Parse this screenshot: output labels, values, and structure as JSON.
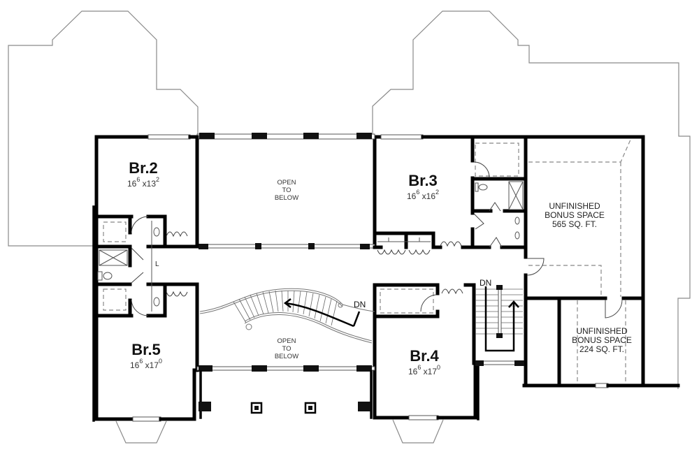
{
  "plan": {
    "rooms": [
      {
        "id": "br2",
        "name": "Br.2",
        "width_ft": "16",
        "width_in": "6",
        "depth_ft": "13",
        "depth_in": "2"
      },
      {
        "id": "br3",
        "name": "Br.3",
        "width_ft": "16",
        "width_in": "6",
        "depth_ft": "16",
        "depth_in": "2"
      },
      {
        "id": "br4",
        "name": "Br.4",
        "width_ft": "16",
        "width_in": "6",
        "depth_ft": "17",
        "depth_in": "0"
      },
      {
        "id": "br5",
        "name": "Br.5",
        "width_ft": "16",
        "width_in": "6",
        "depth_ft": "17",
        "depth_in": "0"
      }
    ],
    "open_to_below": [
      {
        "line1": "OPEN",
        "line2": "TO",
        "line3": "BELOW"
      },
      {
        "line1": "OPEN",
        "line2": "TO",
        "line3": "BELOW"
      }
    ],
    "bonus_spaces": [
      {
        "line1": "UNFINISHED",
        "line2": "BONUS SPACE",
        "line3": "565 SQ. FT."
      },
      {
        "line1": "UNFINISHED",
        "line2": "BONUS SPACE",
        "line3": "224 SQ. FT."
      }
    ],
    "stair_labels": {
      "curved": "DN",
      "straight": "DN"
    },
    "linen_label": "L",
    "dimension_separator": "x"
  }
}
